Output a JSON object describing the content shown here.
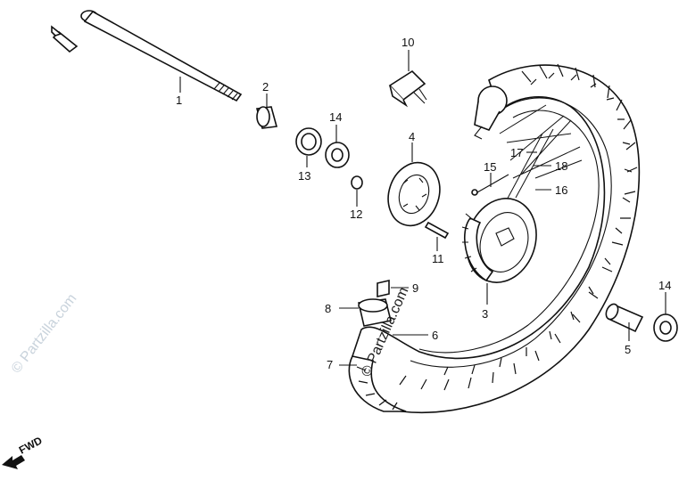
{
  "callouts": {
    "c1": "1",
    "c2": "2",
    "c3": "3",
    "c4": "4",
    "c5": "5",
    "c6": "6",
    "c7": "7",
    "c8": "8",
    "c9": "9",
    "c10": "10",
    "c11": "11",
    "c12": "12",
    "c13": "13",
    "c14a": "14",
    "c14b": "14",
    "c15": "15",
    "c16": "16",
    "c17": "17",
    "c18": "18"
  },
  "direction_label": "FWD",
  "watermark": {
    "left": "© Partzilla.com",
    "center": "© Partzilla.com"
  },
  "colors": {
    "ink": "#111111",
    "watermark": "#c9d3dc"
  }
}
